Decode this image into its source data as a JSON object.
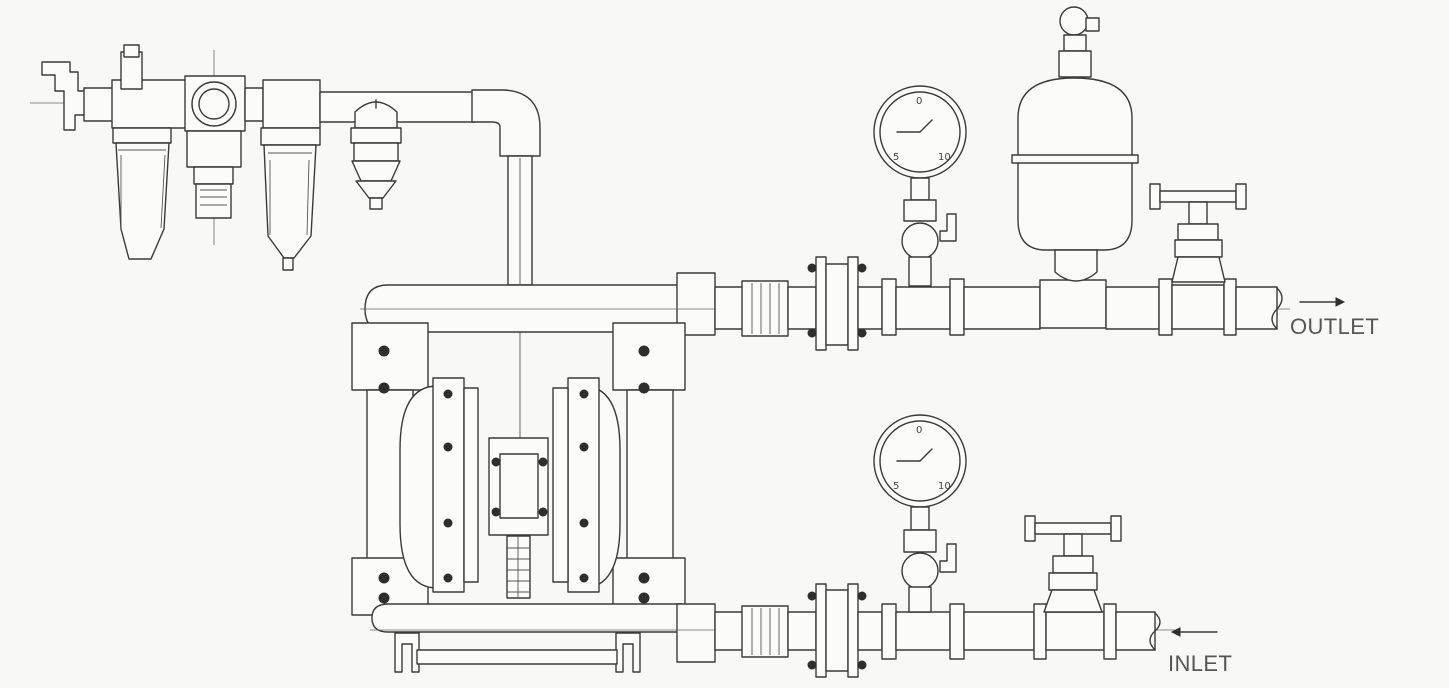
{
  "diagram": {
    "labels": {
      "outlet": "OUTLET",
      "inlet": "INLET"
    },
    "gauge_marks": {
      "top": "0",
      "low": "5",
      "high": "10"
    },
    "components": {
      "air_filter_regulator_lubricator": "air-filter-regulator-lubricator-icon",
      "air_muffler": "muffler-icon",
      "air_supply_pipe": "pipe-icon",
      "diaphragm_pump": "diaphragm-pump-icon",
      "outlet_expansion_joint": "expansion-joint-icon",
      "inlet_expansion_joint": "expansion-joint-icon",
      "outlet_pressure_gauge": "pressure-gauge-icon",
      "inlet_pressure_gauge": "pressure-gauge-icon",
      "pulsation_dampener": "dampener-icon",
      "outlet_valve": "globe-valve-icon",
      "inlet_valve": "globe-valve-icon",
      "outlet_arrow": "right-arrow-icon",
      "inlet_arrow": "left-arrow-icon"
    },
    "colors": {
      "line": "#3a3a3a",
      "background": "#f8f8f6",
      "label": "#555555"
    }
  }
}
